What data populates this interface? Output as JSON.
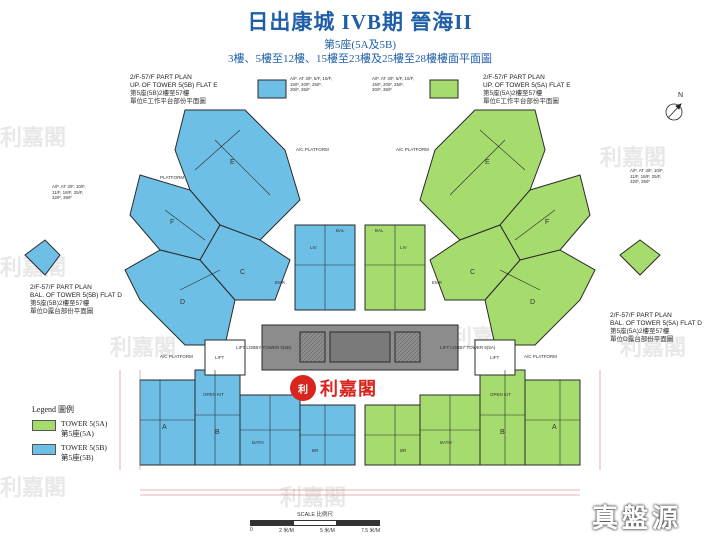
{
  "header": {
    "title": "日出康城 IVB期 晉海II",
    "subtitle1": "第5座(5A及5B)",
    "subtitle2": "3樓、5樓至12樓、15樓至23樓及25樓至28樓樓面平面圖"
  },
  "notes": {
    "top_left_en": "2/F-57/F PART PLAN",
    "top_left_en2": "UP. OF TOWER 5(5B) FLAT E",
    "top_left_ch": "第5座(5B)2樓至57樓",
    "top_left_ch2": "單位E工作平台部份平面圖",
    "top_right_en": "2/F-57/F PART PLAN",
    "top_right_en2": "UP. OF TOWER 5(5A) FLAT E",
    "top_right_ch": "第5座(5A)2樓至57樓",
    "top_right_ch2": "單位E工作平台部份平面圖",
    "mid_left_en": "2/F-57/F PART PLAN",
    "mid_left_en2": "BAL. OF TOWER 5(5B) FLAT D",
    "mid_left_ch": "第5座(5B)2樓至57樓",
    "mid_left_ch2": "單位D露台部份平面圖",
    "mid_right_en": "2/F-57/F PART PLAN",
    "mid_right_en2": "BAL. OF TOWER 5(5A) FLAT D",
    "mid_right_ch": "第5座(5A)2樓至57樓",
    "mid_right_ch2": "單位D露台部份平面圖"
  },
  "floor_refs": {
    "a": "A/F. AT 3/F, 5/F, 10/F,",
    "b": "15/F, 20/F, 25/F,",
    "c": "30/F, 35/F",
    "d": "A/F. AT 3/F, 10/F,",
    "e": "11/F, 18/F, 25/F,",
    "f": "32/F, 39/F"
  },
  "plan_labels": {
    "ac_platform": "A/C PLATFORM",
    "platform": "PLATFORM",
    "af": "A.F.",
    "liv": "LIV",
    "bath": "BATH",
    "br": "BR",
    "kit": "OPEN KIT",
    "lift": "LIFT",
    "lift_lobby_a": "LIFT LOBBY TOWER 5(5A)",
    "lift_lobby_b": "LIFT LOBBY TOWER 5(5B)",
    "emr": "EMR",
    "bal": "BAL",
    "units": [
      "A",
      "B",
      "C",
      "D",
      "E",
      "F"
    ]
  },
  "brand": {
    "logo_text": "利",
    "name": "利嘉閣"
  },
  "legend": {
    "heading": "Legend 圖例",
    "items": [
      {
        "en": "TOWER 5(5A)",
        "ch": "第5座(5A)",
        "color": "#a6dc6e"
      },
      {
        "en": "TOWER 5(5B)",
        "ch": "第5座(5B)",
        "color": "#6dbfe6"
      }
    ]
  },
  "scale": {
    "label": "SCALE 比例尺",
    "ticks": [
      "0",
      "2 米/M",
      "5 米/M",
      "7.5 米/M"
    ]
  },
  "north": "N",
  "corner_mark": "真盤源",
  "watermark": "利嘉閣",
  "colors": {
    "title": "#1f5fa8",
    "tower_5a": "#a6dc6e",
    "tower_5b": "#6dbfe6",
    "core": "#8c8c8c",
    "brand": "#d8261f"
  }
}
